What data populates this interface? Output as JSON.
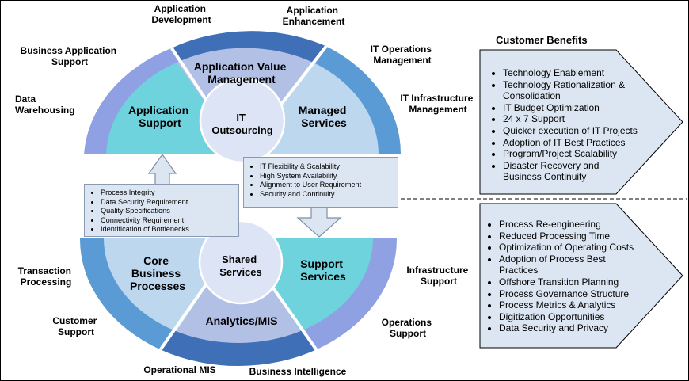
{
  "benefits_title": "Customer Benefits",
  "top": {
    "core": [
      "IT",
      "Outsourcing"
    ],
    "segments": {
      "value_mgmt": [
        "Application Value",
        "Management"
      ],
      "app_support": [
        "Application",
        "Support"
      ],
      "managed": [
        "Managed",
        "Services"
      ]
    },
    "outer_labels": {
      "app_dev": [
        "Application",
        "Development"
      ],
      "app_enh": [
        "Application",
        "Enhancement"
      ],
      "bus_app": [
        "Business Application",
        "Support"
      ],
      "data_wh": [
        "Data",
        "Warehousing"
      ],
      "it_ops": [
        "IT Operations",
        "Management"
      ],
      "it_infra": [
        "IT Infrastructure",
        "Management"
      ]
    }
  },
  "bottom": {
    "core": [
      "Shared",
      "Services"
    ],
    "segments": {
      "core_bp": [
        "Core",
        "Business",
        "Processes"
      ],
      "support": [
        "Support",
        "Services"
      ],
      "analytics": [
        "Analytics/MIS"
      ]
    },
    "outer_labels": {
      "transaction": [
        "Transaction",
        "Processing"
      ],
      "customer": [
        "Customer",
        "Support"
      ],
      "infra": [
        "Infrastructure",
        "Support"
      ],
      "operations": [
        "Operations",
        "Support"
      ],
      "op_mis": [
        "Operational MIS"
      ],
      "bi": [
        "Business Intelligence"
      ]
    }
  },
  "left_box_items": [
    "Process Integrity",
    "Data Security Requirement",
    "Quality Specifications",
    "Connectivity Requirement",
    "Identification of Bottlenecks"
  ],
  "right_box_items": [
    "IT Flexibility & Scalability",
    "High System Availability",
    "Alignment to User Requirement",
    "Security and Continuity"
  ],
  "benefits_it": [
    "Technology Enablement",
    "Technology Rationalization & Consolidation",
    "IT Budget Optimization",
    "24 x 7 Support",
    "Quicker execution of IT Projects",
    "Adoption of IT Best Practices",
    "Program/Project Scalability",
    "Disaster Recovery and Business Continuity"
  ],
  "benefits_bp": [
    "Process Re-engineering",
    "Reduced Processing Time",
    "Optimization of Operating Costs",
    "Adoption of Process Best Practices",
    "Offshore Transition Planning",
    "Process Governance Structure",
    "Process Metrics & Analytics",
    "Digitization Opportunities",
    "Data Security and Privacy"
  ],
  "colors": {
    "outer_dark": "#3f6fb7",
    "outer_mid": "#5b9bd5",
    "outer_violet": "#8fa0e3",
    "teal": "#6fd3dd",
    "lavender": "#b3c0e6",
    "light_blue": "#bdd7ee",
    "core_fill": "#dde4f5",
    "box_fill": "#dce6f2"
  }
}
